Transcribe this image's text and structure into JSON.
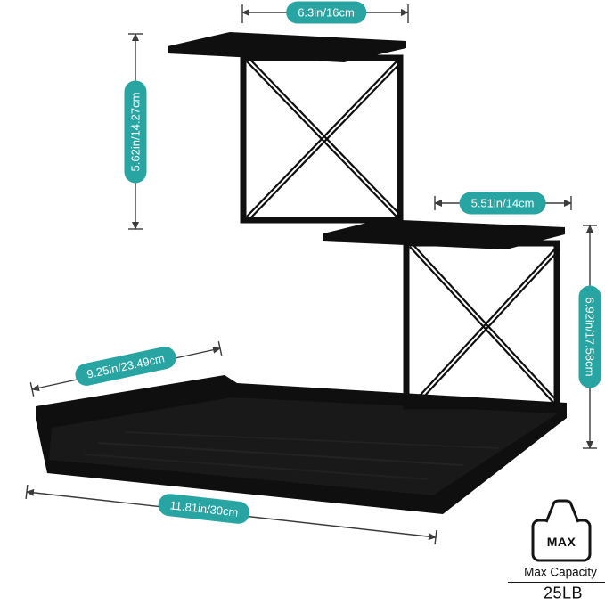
{
  "diagram": {
    "dimensions": {
      "top_width": "6.3in/16cm",
      "upper_height": "5.62in/14.27cm",
      "middle_width": "5.51in/14cm",
      "lower_height": "6.92in/17.58cm",
      "base_depth": "9.25in/23.49cm",
      "base_width": "11.81in/30cm"
    },
    "capacity": {
      "icon_label": "MAX",
      "caption": "Max Capacity",
      "value": "25LB"
    }
  },
  "colors": {
    "badge": "#28a5a2",
    "badge-text": "#ffffff",
    "line": "#3c3c3c",
    "product": "#0f0f0f",
    "background": "#ffffff"
  }
}
